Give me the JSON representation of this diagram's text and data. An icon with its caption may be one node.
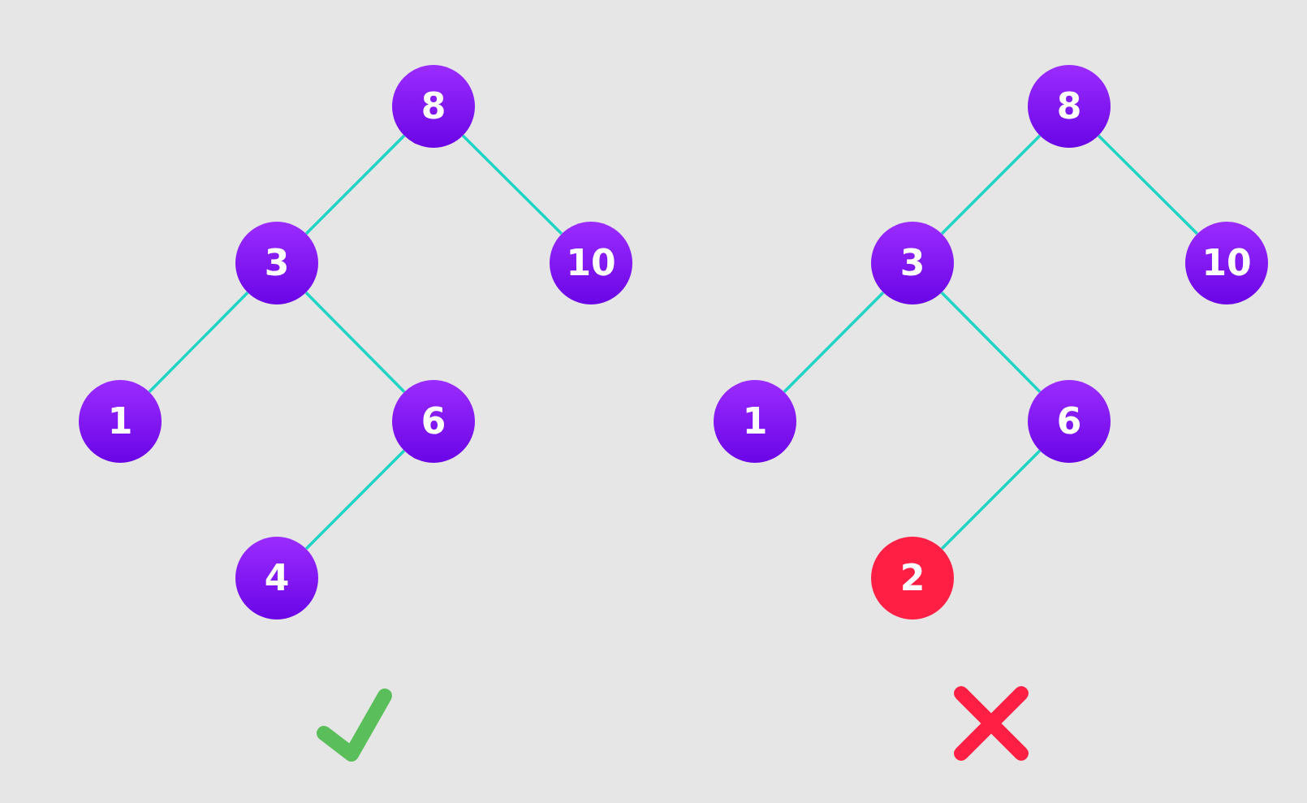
{
  "diagram": {
    "nodes": [
      {
        "text": [
          "8"
        ]
      },
      {
        "text": [
          "3"
        ]
      },
      {
        "text": [
          "10"
        ]
      },
      {
        "text": [
          "1"
        ]
      },
      {
        "text": [
          "6"
        ]
      },
      {
        "text": [
          "4"
        ]
      },
      {
        "text": [
          "8"
        ]
      },
      {
        "text": [
          "3"
        ]
      },
      {
        "text": [
          "10"
        ]
      },
      {
        "text": [
          "1"
        ]
      },
      {
        "text": [
          "6"
        ]
      },
      {
        "text": [
          "2"
        ]
      }
    ],
    "edges": [
      {
        "from": 0,
        "to": 1,
        "arrow": "none"
      },
      {
        "from": 0,
        "to": 2,
        "arrow": "none"
      },
      {
        "from": 1,
        "to": 3,
        "arrow": "none"
      },
      {
        "from": 1,
        "to": 4,
        "arrow": "none"
      },
      {
        "from": 4,
        "to": 5,
        "arrow": "none"
      },
      {
        "from": 6,
        "to": 7,
        "arrow": "none"
      },
      {
        "from": 6,
        "to": 8,
        "arrow": "none"
      },
      {
        "from": 7,
        "to": 9,
        "arrow": "none"
      },
      {
        "from": 7,
        "to": 10,
        "arrow": "none"
      },
      {
        "from": 10,
        "to": 11,
        "arrow": "none"
      }
    ]
  }
}
